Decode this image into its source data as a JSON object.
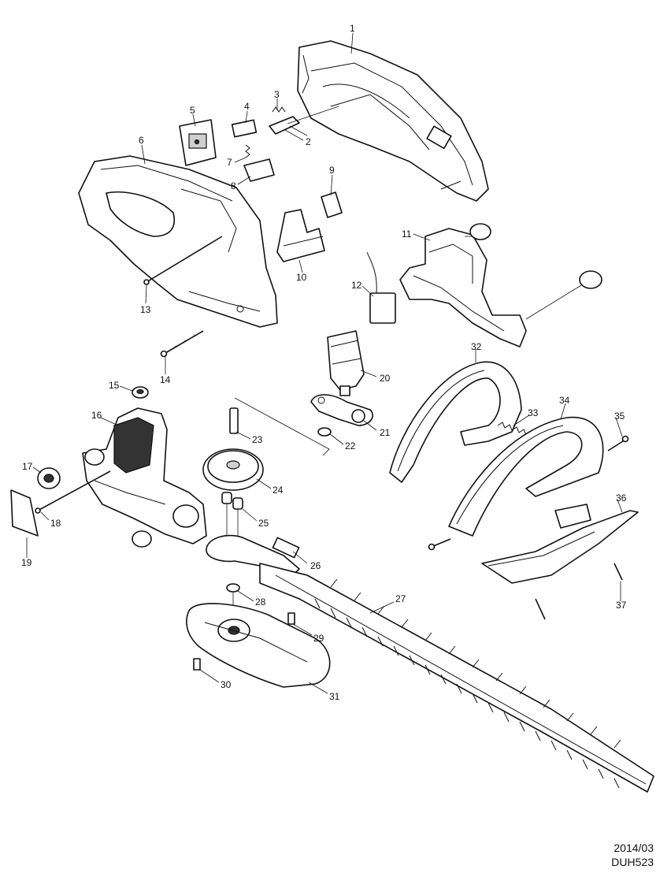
{
  "diagram": {
    "part_numbers": [
      "1",
      "2",
      "3",
      "4",
      "5",
      "6",
      "7",
      "8",
      "9",
      "10",
      "11",
      "12",
      "13",
      "14",
      "15",
      "16",
      "17",
      "18",
      "19",
      "20",
      "21",
      "22",
      "23",
      "24",
      "25",
      "26",
      "27",
      "28",
      "29",
      "30",
      "31",
      "32",
      "33",
      "34",
      "35",
      "36",
      "37"
    ]
  },
  "footer": {
    "date": "2014/03",
    "model": "DUH523"
  }
}
